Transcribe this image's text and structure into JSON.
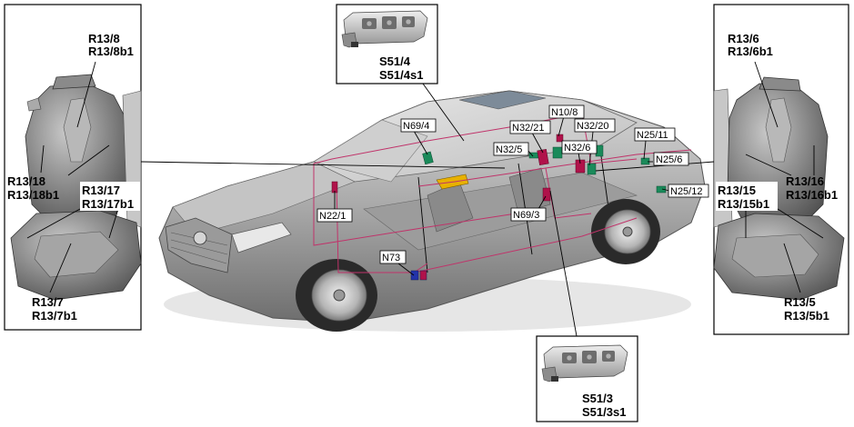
{
  "colors": {
    "background": "#ffffff",
    "car_body": "#a9a9a9",
    "wiring": "#c0336a",
    "component_green": "#1a8a5a",
    "component_magenta": "#b0124a",
    "component_blue": "#2233aa",
    "mirror_yellow": "#e8b100"
  },
  "left_seat_panel": {
    "labels": {
      "r13_8": "R13/8",
      "r13_8b1": "R13/8b1",
      "r13_18": "R13/18",
      "r13_18b1": "R13/18b1",
      "r13_17": "R13/17",
      "r13_17b1": "R13/17b1",
      "r13_7": "R13/7",
      "r13_7b1": "R13/7b1"
    }
  },
  "right_seat_panel": {
    "labels": {
      "r13_6": "R13/6",
      "r13_6b1": "R13/6b1",
      "r13_16": "R13/16",
      "r13_16b1": "R13/16b1",
      "r13_15": "R13/15",
      "r13_15b1": "R13/15b1",
      "r13_5": "R13/5",
      "r13_5b1": "R13/5b1"
    }
  },
  "top_switch_panel": {
    "labels": {
      "s51_4": "S51/4",
      "s51_4s1": "S51/4s1"
    }
  },
  "bottom_switch_panel": {
    "labels": {
      "s51_3": "S51/3",
      "s51_3s1": "S51/3s1"
    }
  },
  "car_callouts": {
    "n69_4": "N69/4",
    "n10_8": "N10/8",
    "n32_21": "N32/21",
    "n32_20": "N32/20",
    "n32_5": "N32/5",
    "n32_6": "N32/6",
    "n25_11": "N25/11",
    "n25_6": "N25/6",
    "n25_12": "N25/12",
    "n22_1": "N22/1",
    "n69_3": "N69/3",
    "n73": "N73"
  },
  "icons": [
    "seat-icon",
    "seat-switch-icon",
    "car-cutaway-icon"
  ]
}
